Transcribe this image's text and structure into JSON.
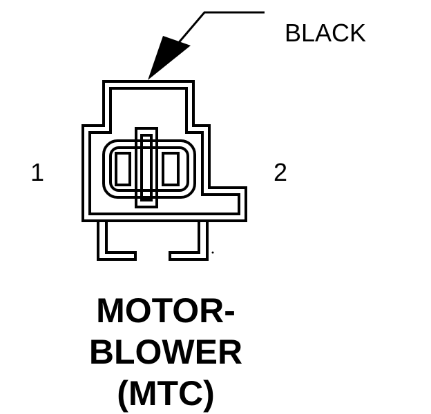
{
  "wire_color_label": "BLACK",
  "pins": {
    "left": "1",
    "right": "2"
  },
  "title": {
    "line1": "MOTOR-",
    "line2": "BLOWER",
    "line3": "(MTC)"
  },
  "colors": {
    "stroke": "#000000",
    "background": "#ffffff"
  }
}
